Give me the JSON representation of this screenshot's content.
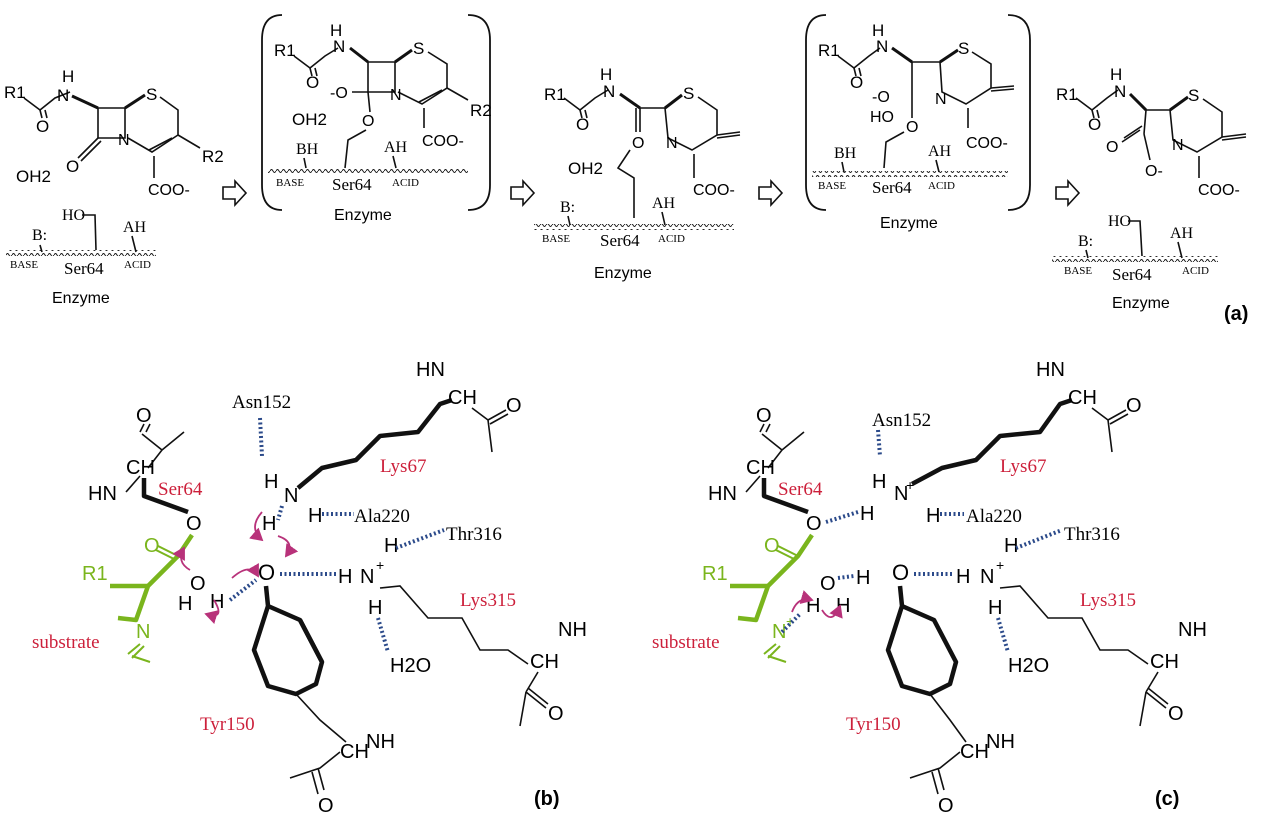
{
  "panel_a": {
    "stages": [
      {
        "r1": "R1",
        "r2": "R2",
        "water": "OH2",
        "coo": "COO-",
        "enzyme": "Enzyme",
        "base": "BASE",
        "ser": "Ser64",
        "acid": "ACID",
        "b": "B:",
        "ho": "HO",
        "ah": "AH",
        "nh": "H",
        "s": "S",
        "n": "N",
        "o": "O"
      },
      {
        "r1": "R1",
        "r2": "R2",
        "water": "OH2",
        "coo": "COO-",
        "enzyme": "Enzyme",
        "base": "BASE",
        "ser": "Ser64",
        "acid": "ACID",
        "b": "BH",
        "ah": "AH",
        "om": "-O"
      },
      {
        "r1": "R1",
        "water": "OH2",
        "coo": "COO-",
        "enzyme": "Enzyme",
        "base": "BASE",
        "ser": "Ser64",
        "acid": "ACID",
        "b": "B:",
        "ah": "AH"
      },
      {
        "r1": "R1",
        "coo": "COO-",
        "enzyme": "Enzyme",
        "base": "BASE",
        "ser": "Ser64",
        "acid": "ACID",
        "b": "BH",
        "ah": "AH",
        "om": "-O",
        "ho2": "HO"
      },
      {
        "r1": "R1",
        "coo": "COO-",
        "enzyme": "Enzyme",
        "base": "BASE",
        "ser": "Ser64",
        "acid": "ACID",
        "b": "B:",
        "ho": "HO",
        "ah": "AH",
        "om": "O-"
      }
    ],
    "label": "(a)"
  },
  "panel_b": {
    "label": "(b)",
    "asn": "Asn152",
    "lys67": "Lys67",
    "ser64": "Ser64",
    "ala": "Ala220",
    "thr": "Thr316",
    "lys315": "Lys315",
    "tyr": "Tyr150",
    "substrate": "substrate",
    "r1": "R1",
    "water": "H2O",
    "hn": "HN",
    "nh": "NH",
    "ch": "CH"
  },
  "panel_c": {
    "label": "(c)",
    "asn": "Asn152",
    "lys67": "Lys67",
    "ser64": "Ser64",
    "ala": "Ala220",
    "thr": "Thr316",
    "lys315": "Lys315",
    "tyr": "Tyr150",
    "substrate": "substrate",
    "r1": "R1",
    "water": "H2O",
    "hn": "HN",
    "nh": "NH",
    "ch": "CH"
  },
  "colors": {
    "residue": "#cc1f3a",
    "substrate": "#7ab51d",
    "hbond": "#2b4a8a",
    "arrow": "#b8327a"
  }
}
